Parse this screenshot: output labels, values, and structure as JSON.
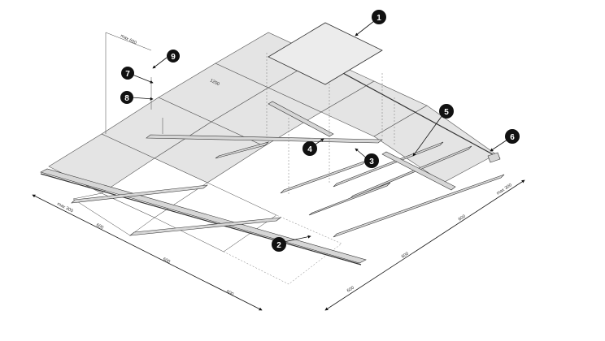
{
  "callouts": [
    "1",
    "2",
    "3",
    "4",
    "5",
    "6",
    "7",
    "8",
    "9"
  ],
  "dimensions": {
    "max_600": "max 600",
    "span_1200": "1200",
    "front_max300": "max 300",
    "front_600_a": "600",
    "front_600_b": "600",
    "front_600_c": "600",
    "right_max300": "max 300",
    "right_600_a": "600",
    "right_600_b": "600",
    "right_600_c": "600"
  }
}
